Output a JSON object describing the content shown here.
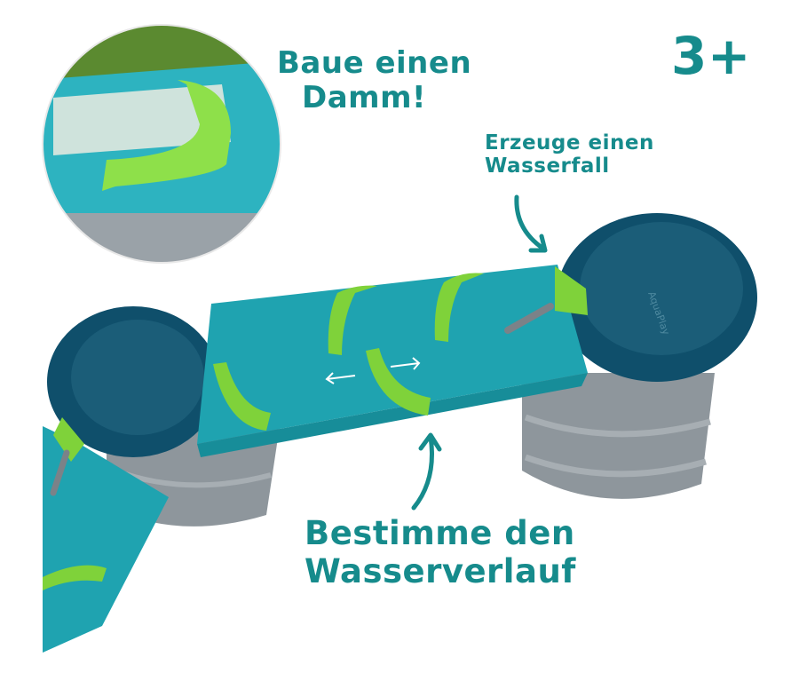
{
  "labels": {
    "dam": {
      "line1": "Baue einen",
      "line2": "Damm!"
    },
    "age": "3+",
    "waterfall": {
      "line1": "Erzeuge einen",
      "line2": "Wasserfall"
    },
    "water_course": {
      "line1": "Bestimme den",
      "line2": "Wasserverlauf"
    }
  },
  "logo": "AquaPlay",
  "colors": {
    "text": "#168b8c",
    "teal": "#1fa3b0",
    "dark_blue": "#0f4f6b",
    "grey": "#8e969c",
    "green": "#7fd23a"
  }
}
